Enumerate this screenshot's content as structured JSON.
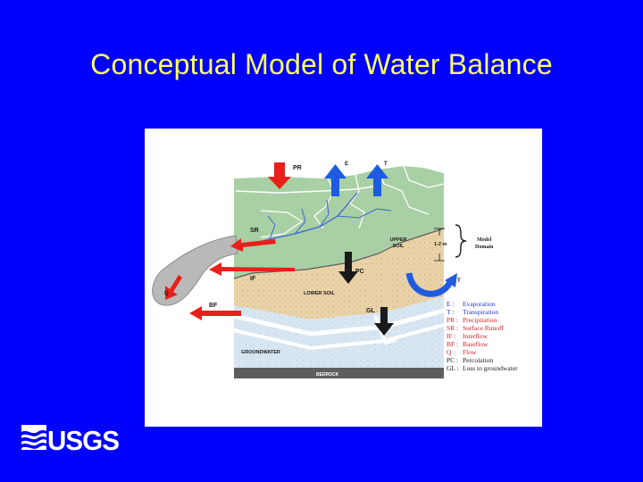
{
  "slide": {
    "title": "Conceptual Model of Water Balance"
  },
  "diagram": {
    "flow_labels": {
      "pr": "PR",
      "e": "E",
      "t": "T",
      "sr": "SR",
      "if": "IF",
      "bf": "BF",
      "q": "Q",
      "pc": "PC",
      "gl": "GL",
      "t_root": "T"
    },
    "layers": {
      "upper_soil_line1": "UPPER",
      "upper_soil_line2": "SOIL",
      "lower_soil": "LOWER SOIL",
      "groundwater": "GROUNDWATER",
      "bedrock": "BEDROCK"
    },
    "depth_label": "1-2 m",
    "model_domain_line1": "Model",
    "model_domain_line2": "Domain",
    "legend": [
      {
        "code": "E :",
        "desc": "Evaporation"
      },
      {
        "code": "T :",
        "desc": "Transpiration"
      },
      {
        "code": "PR :",
        "desc": "Precipitation"
      },
      {
        "code": "SR :",
        "desc": "Surface Runoff"
      },
      {
        "code": "IF :",
        "desc": "Interflow"
      },
      {
        "code": "BF :",
        "desc": "Baseflow"
      },
      {
        "code": "Q :",
        "desc": "Flow"
      },
      {
        "code": "PC :",
        "desc": "Percolation"
      },
      {
        "code": "GL :",
        "desc": "Loss to groundwater"
      }
    ],
    "colors": {
      "precip_arrow": "#E8201C",
      "evap_arrow": "#1E5BE0",
      "percolation_arrow": "#1A1A1A",
      "upper_soil": "#A9CFA4",
      "lower_soil": "#E9D2A8",
      "groundwater": "#D8E6F2",
      "bedrock": "#5E5E5E",
      "stream_zone": "#B9B9B9"
    }
  },
  "logo": {
    "text": "USGS"
  }
}
